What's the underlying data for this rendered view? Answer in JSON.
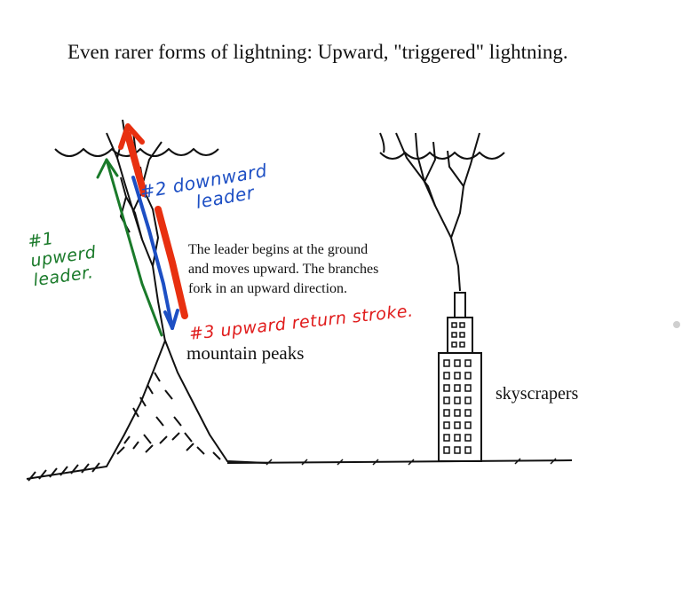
{
  "title": "Even rarer forms of lightning: Upward, \"triggered\" lightning.",
  "note": {
    "line1": "The leader begins at the ground",
    "line2": "and moves upward.  The branches",
    "line3": "fork in an upward direction."
  },
  "labels": {
    "mountain": "mountain peaks",
    "skyscrapers": "skyscrapers"
  },
  "handwritten": {
    "green_line1": "#1",
    "green_line2": "upwerd",
    "green_line3": "leader.",
    "blue_line1": "#2  downward",
    "blue_line2": "leader",
    "red_line1": "#3  upward",
    "red_line2": "return stroke."
  },
  "colors": {
    "green": "#1a7a2a",
    "blue": "#1d4fc4",
    "red": "#e01c1c",
    "ink": "#111111"
  }
}
